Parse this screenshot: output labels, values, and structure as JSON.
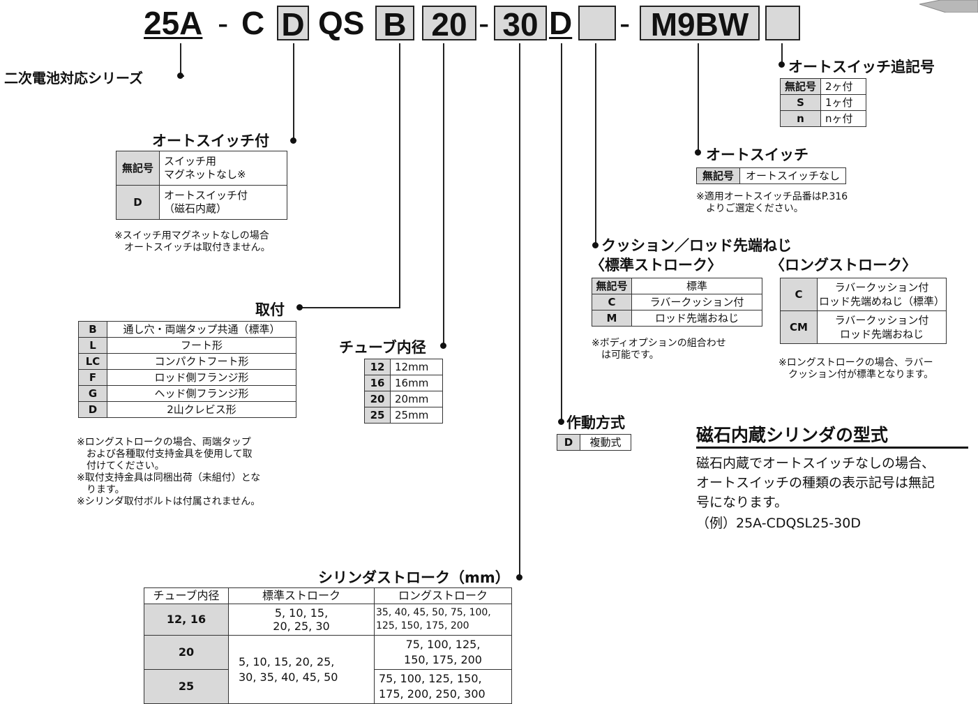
{
  "model": {
    "p1": "25A",
    "p2": "-",
    "p3": "C",
    "p4": "D",
    "p5": "QS",
    "p6": "B",
    "p7": "20",
    "p8": "-",
    "p9": "30",
    "p10": "D",
    "p11": "",
    "p12": "-",
    "p13": "M9BW",
    "p14": ""
  },
  "series": {
    "label": "二次電池対応シリーズ"
  },
  "autoswitch_with": {
    "title": "オートスイッチ付",
    "rows": [
      {
        "key": "無記号",
        "val": "スイッチ用\nマグネットなし※"
      },
      {
        "key": "D",
        "val": "オートスイッチ付\n（磁石内蔵）"
      }
    ],
    "note": "※スイッチ用マグネットなしの場合\n　オートスイッチは取付きません。"
  },
  "mounting": {
    "title": "取付",
    "rows": [
      {
        "key": "B",
        "val": "通し穴・両端タップ共通（標準）"
      },
      {
        "key": "L",
        "val": "フート形"
      },
      {
        "key": "LC",
        "val": "コンパクトフート形"
      },
      {
        "key": "F",
        "val": "ロッド側フランジ形"
      },
      {
        "key": "G",
        "val": "ヘッド側フランジ形"
      },
      {
        "key": "D",
        "val": "2山クレビス形"
      }
    ],
    "note": "※ロングストロークの場合、両端タップ\n　および各種取付支持金具を使用して取\n　付けてください。\n※取付支持金具は同梱出荷（未組付）とな\n　ります。\n※シリンダ取付ボルトは付属されません。"
  },
  "bore": {
    "title": "チューブ内径",
    "rows": [
      {
        "key": "12",
        "val": "12mm"
      },
      {
        "key": "16",
        "val": "16mm"
      },
      {
        "key": "20",
        "val": "20mm"
      },
      {
        "key": "25",
        "val": "25mm"
      }
    ]
  },
  "stroke": {
    "title": "シリンダストローク（mm）",
    "headers": [
      "チューブ内径",
      "標準ストローク",
      "ロングストローク"
    ],
    "rows": [
      {
        "bore": "12, 16",
        "std": "5, 10, 15,\n20, 25, 30",
        "long": "35, 40, 45, 50, 75, 100,\n125, 150, 175, 200"
      },
      {
        "bore": "20",
        "std": "5, 10, 15, 20, 25,\n30, 35, 40, 45, 50",
        "long": "75, 100, 125,\n150, 175, 200"
      },
      {
        "bore": "25",
        "std": "",
        "long": "75, 100, 125, 150,\n175, 200, 250, 300"
      }
    ]
  },
  "action": {
    "title": "作動方式",
    "key": "D",
    "val": "複動式"
  },
  "cushion": {
    "title": "クッション／ロッド先端ねじ",
    "std_title": "〈標準ストローク〉",
    "long_title": "〈ロングストローク〉",
    "std_rows": [
      {
        "key": "無記号",
        "val": "標準"
      },
      {
        "key": "C",
        "val": "ラバークッション付"
      },
      {
        "key": "M",
        "val": "ロッド先端おねじ"
      }
    ],
    "long_rows": [
      {
        "key": "C",
        "val": "ラバークッション付\nロッド先端めねじ（標準）"
      },
      {
        "key": "CM",
        "val": "ラバークッション付\nロッド先端おねじ"
      }
    ],
    "std_note": "※ボディオプションの組合わせ\n　は可能です。",
    "long_note": "※ロングストロークの場合、ラバー\n　クッション付が標準となります。"
  },
  "autoswitch": {
    "title": "オートスイッチ",
    "key": "無記号",
    "val": "オートスイッチなし",
    "note": "※適用オートスイッチ品番はP.316\n　よりご選定ください。"
  },
  "autoswitch_qty": {
    "title": "オートスイッチ追記号",
    "rows": [
      {
        "key": "無記号",
        "val": "2ヶ付"
      },
      {
        "key": "S",
        "val": "1ヶ付"
      },
      {
        "key": "n",
        "val": "nヶ付"
      }
    ]
  },
  "magnet": {
    "title": "磁石内蔵シリンダの型式",
    "body": "磁石内蔵でオートスイッチなしの場合、\nオートスイッチの種類の表示記号は無記\n号になります。",
    "example": "（例）25A-CDQSL25-30D"
  }
}
